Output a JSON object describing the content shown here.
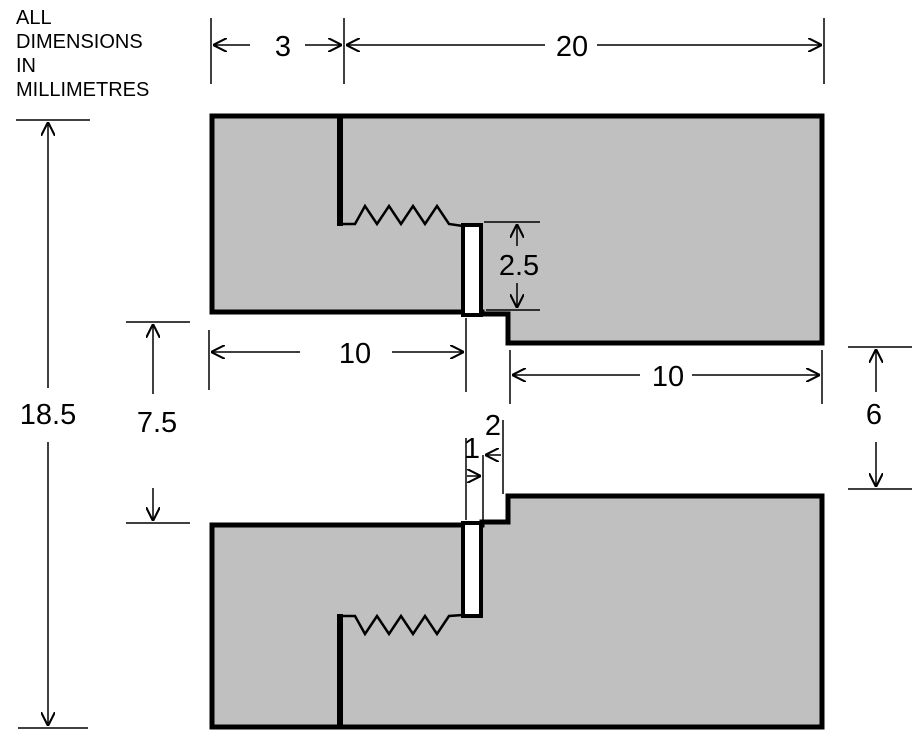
{
  "note": "ALL\nDIMENSIONS\nIN\nMILLIMETRES",
  "dimensions": {
    "top_left_width": "3",
    "top_overall_width": "20",
    "slot_height": "2.5",
    "left_length": "10",
    "right_length": "10",
    "overall_height": "18.5",
    "gap_left": "7.5",
    "gap_right": "6",
    "slot_width_1": "1",
    "slot_width_2": "2"
  },
  "colors": {
    "part_fill": "#c0c0c0",
    "outline": "#000000",
    "slot_fill": "#ffffff"
  }
}
